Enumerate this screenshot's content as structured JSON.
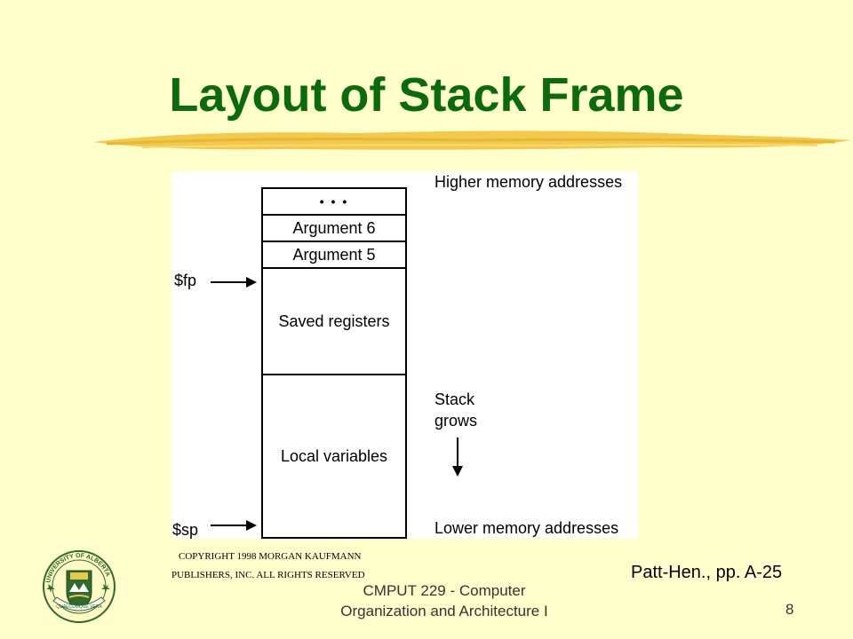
{
  "slide": {
    "title": "Layout of Stack Frame",
    "copyright_line1": "COPYRIGHT 1998 MORGAN KAUFMANN",
    "copyright_line2": "PUBLISHERS, INC. ALL RIGHTS RESERVED",
    "citation": "Patt-Hen., pp. A-25",
    "footer_line1": "CMPUT 229 - Computer",
    "footer_line2": "Organization and Architecture I",
    "page_number": "8"
  },
  "diagram": {
    "higher_label": "Higher memory addresses",
    "lower_label": "Lower memory addresses",
    "grows_label_1": "Stack",
    "grows_label_2": "grows",
    "fp_label": "$fp",
    "sp_label": "$sp",
    "cells": {
      "ellipsis": "• • •",
      "arg6": "Argument 6",
      "arg5": "Argument 5",
      "saved": "Saved registers",
      "locals": "Local variables"
    }
  },
  "logo": {
    "top_text": "UNIVERSITY OF ALBERTA",
    "motto": "QUAECUMQUE VERA"
  },
  "colors": {
    "background": "#ffffcc",
    "title": "#0b6b0b",
    "brush": "#f2c94c"
  }
}
